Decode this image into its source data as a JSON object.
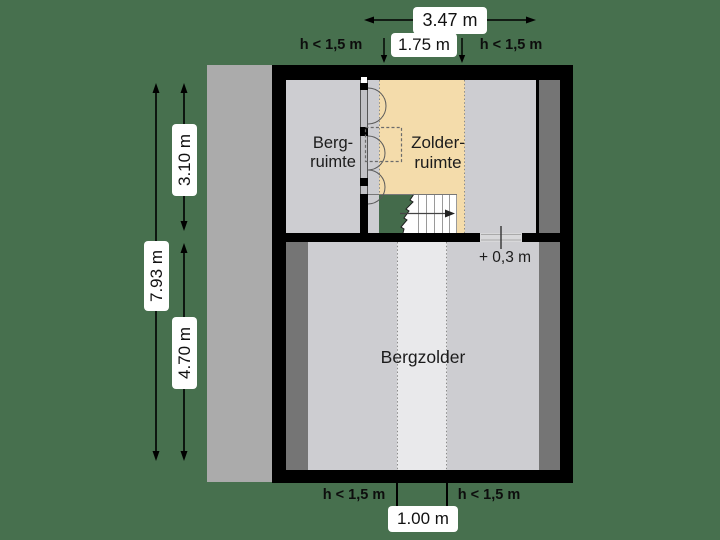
{
  "plan": {
    "type": "floorplan-attic",
    "rooms": {
      "bergruimte": {
        "line1": "Berg-",
        "line2": "ruimte"
      },
      "zolderruimte": {
        "line1": "Zolder-",
        "line2": "ruimte"
      },
      "bergzolder": {
        "label": "Bergzolder"
      }
    },
    "level_marker": "+ 0,3 m",
    "dimensions": {
      "width_total": "3.47 m",
      "width_zolder": "1.75 m",
      "height_total": "7.93 m",
      "height_top_section": "3.10 m",
      "height_bottom_section": "4.70 m",
      "width_center_strip": "1.00 m"
    },
    "height_labels": [
      "h < 1,5 m",
      "h < 1,5 m",
      "h < 1,5 m",
      "h < 1,5 m"
    ],
    "colors": {
      "background": "#47704E",
      "wall": "#000000",
      "room_light_gray": "#CDCDD1",
      "zolder_orange": "#F4DCAB",
      "center_strip": "#E9E9EB",
      "low_height_dark_gray": "#757575",
      "outside_band_gray": "#ABABAB",
      "stair_void_green": "#446B4B",
      "dimension_box": "#FFFFFF"
    }
  }
}
